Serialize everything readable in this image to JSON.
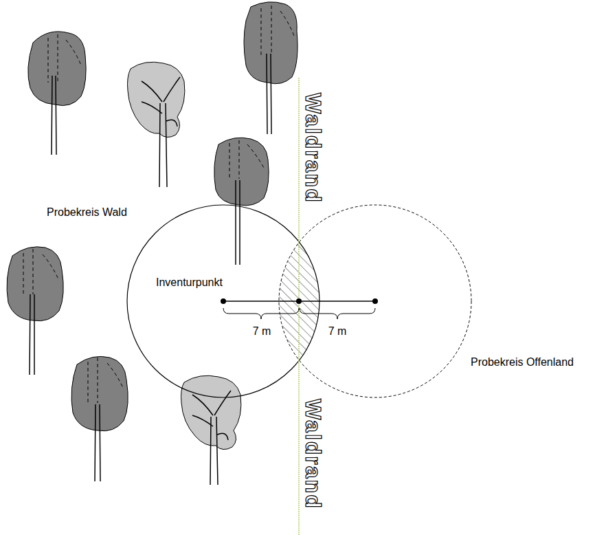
{
  "diagram": {
    "labels": [
      "Waldrand",
      "Probekreis Wald",
      "Inventurpunkt",
      "7 m",
      "7 m",
      "Probekreis Offenland",
      "Waldrand"
    ]
  }
}
